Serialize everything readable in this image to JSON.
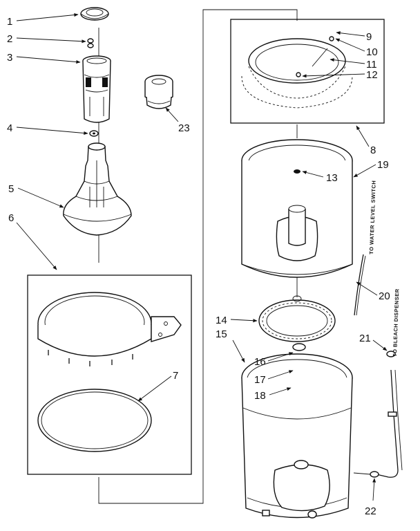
{
  "callouts": {
    "c1": "1",
    "c2": "2",
    "c3": "3",
    "c4": "4",
    "c5": "5",
    "c6": "6",
    "c7": "7",
    "c8": "8",
    "c9": "9",
    "c10": "10",
    "c11": "11",
    "c12": "12",
    "c13": "13",
    "c14": "14",
    "c15": "15",
    "c16": "16",
    "c17": "17",
    "c18": "18",
    "c19": "19",
    "c20": "20",
    "c21": "21",
    "c22": "22",
    "c23": "23"
  },
  "notes": {
    "water_level_switch": "TO WATER LEVEL SWITCH",
    "bleach_dispenser": "TO BLEACH DISPENSER"
  }
}
